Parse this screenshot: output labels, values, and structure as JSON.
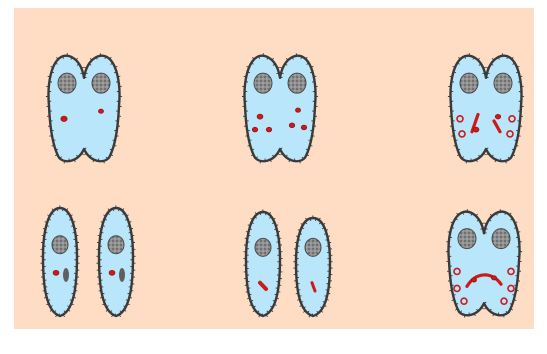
{
  "diagram": {
    "background_color": "#FFDDC4",
    "frame_color": "#FFFFFF",
    "cell_fill_color": "#B9E6FB",
    "cell_outline_color": "#3A3A3A",
    "nucleus_color": "#8F8F8F",
    "particle_color": "#CC1A1A",
    "panels": [
      {
        "id": "top-left",
        "form": "conjoined-pair"
      },
      {
        "id": "top-middle",
        "form": "conjoined-pair"
      },
      {
        "id": "top-right",
        "form": "conjoined-pair"
      },
      {
        "id": "bottom-left",
        "form": "separated-pair"
      },
      {
        "id": "bottom-middle",
        "form": "separated-pair"
      },
      {
        "id": "bottom-right",
        "form": "conjoined-pair"
      }
    ]
  }
}
